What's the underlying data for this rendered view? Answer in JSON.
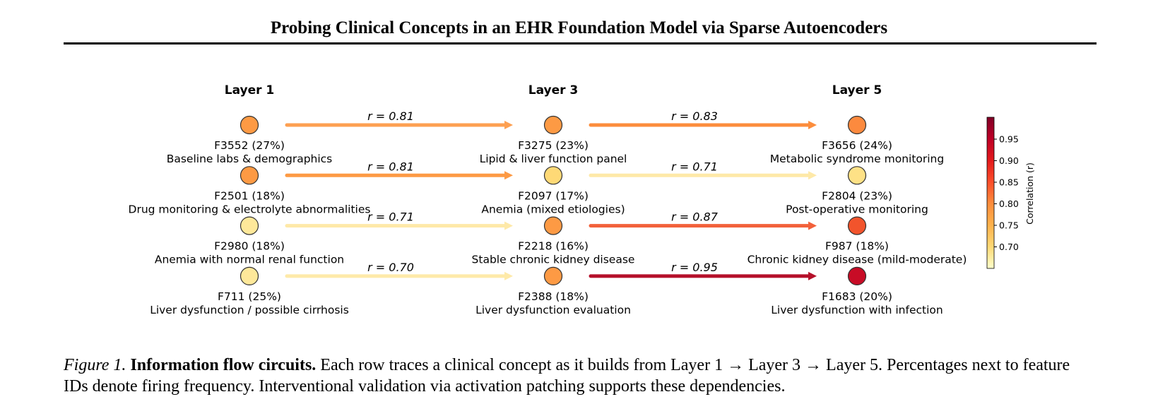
{
  "paper": {
    "title": "Probing Clinical Concepts in an EHR Foundation Model via Sparse Autoencoders",
    "caption_label": "Figure 1.",
    "caption_bold": "Information flow circuits.",
    "caption_text": "Each row traces a clinical concept as it builds from Layer 1 → Layer 3 → Layer 5. Percentages next to feature IDs denote firing frequency. Interventional validation via activation patching supports these dependencies."
  },
  "figure": {
    "layers": [
      "Layer 1",
      "Layer 3",
      "Layer 5"
    ],
    "rows": [
      {
        "nodes": [
          {
            "id": "F3552 (27%)",
            "label": "Baseline labs & demographics",
            "color": "#fd9a44"
          },
          {
            "id": "F3275 (23%)",
            "label": "Lipid & liver function panel",
            "color": "#fd9a44"
          },
          {
            "id": "F3656 (24%)",
            "label": "Metabolic syndrome monitoring",
            "color": "#fc8a3e"
          }
        ],
        "edges": [
          {
            "r_label": "r = 0.81",
            "r": 0.81,
            "color": "#fda052"
          },
          {
            "r_label": "r = 0.83",
            "r": 0.83,
            "color": "#fc8d3c"
          }
        ]
      },
      {
        "nodes": [
          {
            "id": "F2501 (18%)",
            "label": "Drug monitoring & electrolyte abnormalities",
            "color": "#fd9a44"
          },
          {
            "id": "F2097 (17%)",
            "label": "Anemia (mixed etiologies)",
            "color": "#fed976"
          },
          {
            "id": "F2804 (23%)",
            "label": "Post-operative monitoring",
            "color": "#fee186"
          }
        ],
        "edges": [
          {
            "r_label": "r = 0.81",
            "r": 0.81,
            "color": "#fd9a44"
          },
          {
            "r_label": "r = 0.71",
            "r": 0.71,
            "color": "#fee9a8"
          }
        ]
      },
      {
        "nodes": [
          {
            "id": "F2980 (18%)",
            "label": "Anemia with normal renal function",
            "color": "#fee89a"
          },
          {
            "id": "F2218 (16%)",
            "label": "Stable chronic kidney disease",
            "color": "#fd9a44"
          },
          {
            "id": "F987 (18%)",
            "label": "Chronic kidney disease (mild-moderate)",
            "color": "#f2542c"
          }
        ],
        "edges": [
          {
            "r_label": "r = 0.71",
            "r": 0.71,
            "color": "#fee9a8"
          },
          {
            "r_label": "r = 0.87",
            "r": 0.87,
            "color": "#f2603a"
          }
        ]
      },
      {
        "nodes": [
          {
            "id": "F711 (25%)",
            "label": "Liver dysfunction / possible cirrhosis",
            "color": "#fee89a"
          },
          {
            "id": "F2388 (18%)",
            "label": "Liver dysfunction evaluation",
            "color": "#fd9a44"
          },
          {
            "id": "F1683 (20%)",
            "label": "Liver dysfunction with infection",
            "color": "#c80c26"
          }
        ],
        "edges": [
          {
            "r_label": "r = 0.70",
            "r": 0.7,
            "color": "#feeaa9"
          },
          {
            "r_label": "r = 0.95",
            "r": 0.95,
            "color": "#b5102a"
          }
        ]
      }
    ],
    "colorbar": {
      "label": "Correlation (r)",
      "ticks": [
        "0.95",
        "0.90",
        "0.85",
        "0.80",
        "0.75",
        "0.70"
      ],
      "colors": [
        "#800026",
        "#bd0026",
        "#e31a1c",
        "#fc4e2a",
        "#fd8d3c",
        "#feb24c",
        "#fed976",
        "#ffffcc"
      ]
    }
  }
}
